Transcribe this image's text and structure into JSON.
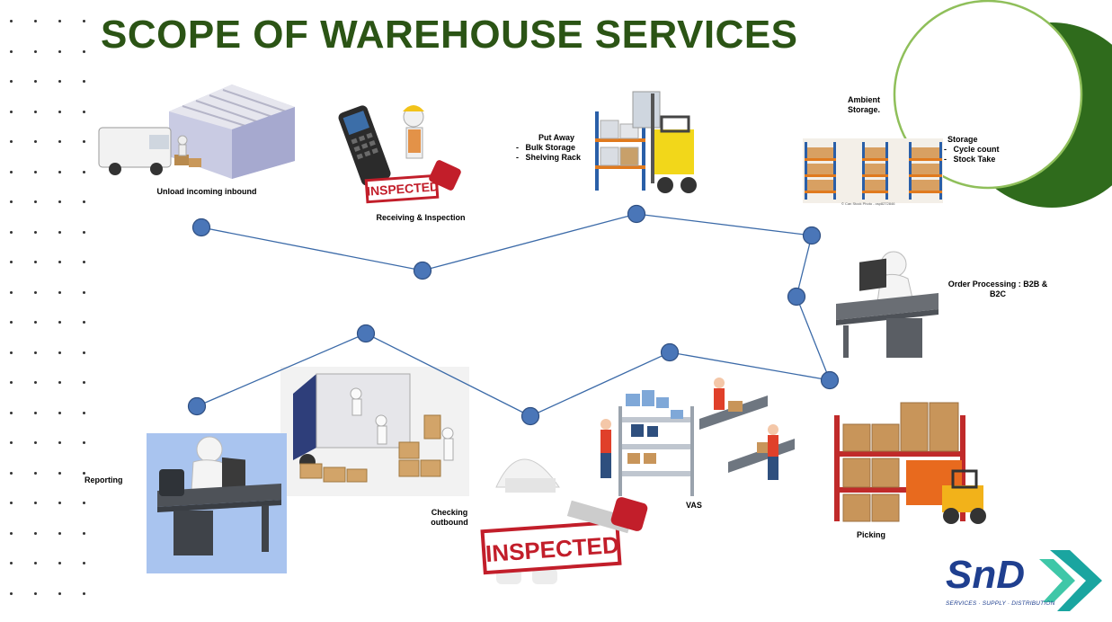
{
  "title": "SCOPE OF WAREHOUSE SERVICES",
  "steps": {
    "unload": "Unload incoming inbound",
    "receiving": "Receiving & Inspection",
    "put_away": {
      "heading": "Put Away",
      "items": [
        "Bulk Storage",
        "Shelving Rack"
      ]
    },
    "ambient": [
      "Ambient",
      "Storage."
    ],
    "storage": {
      "heading": "Storage",
      "items": [
        "Cycle count",
        "Stock Take"
      ]
    },
    "order_processing": [
      "Order Processing : B2B &",
      "B2C"
    ],
    "picking": "Picking",
    "vas": "VAS",
    "checking": [
      "Checking",
      "outbound"
    ],
    "reporting": "Reporting"
  },
  "image_text": {
    "inspected_1": "INSPECTED",
    "inspected_2": "INSPECTED",
    "stock_caption": "© Can Stock Photo - csp8272846"
  },
  "logo": {
    "name": "SnD",
    "tagline": "SERVICES · SUPPLY · DISTRIBUTION"
  },
  "colors": {
    "title": "#2b5415",
    "node_fill": "#4a76b8",
    "node_stroke": "#2f4f82",
    "line": "#3b6aa8",
    "circle_green": "#2f6b1c",
    "circle_ring": "#8fbf5a",
    "logo_blue": "#1f3f8f",
    "logo_teal": "#1aa5a0"
  }
}
